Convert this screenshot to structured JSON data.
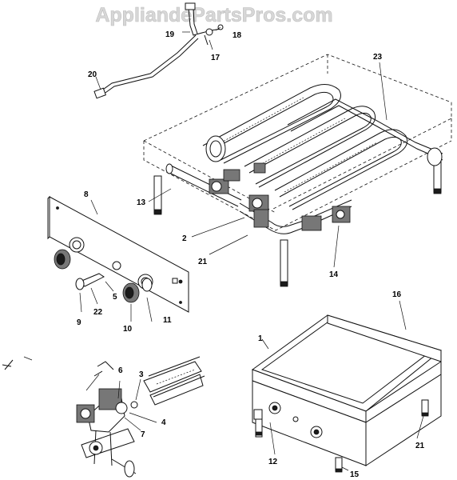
{
  "watermark": "AppliandePartsPros.com",
  "callouts": {
    "c1": "1",
    "c2": "2",
    "c3": "3",
    "c4": "4",
    "c5": "5",
    "c6": "6",
    "c7": "7",
    "c8": "8",
    "c9": "9",
    "c10": "10",
    "c11": "11",
    "c12": "12",
    "c13": "13",
    "c14": "14",
    "c15": "15",
    "c16": "16",
    "c17": "17",
    "c18": "18",
    "c19": "19",
    "c20": "20",
    "c21a": "21",
    "c21b": "21",
    "c22": "22",
    "c23": "23"
  }
}
